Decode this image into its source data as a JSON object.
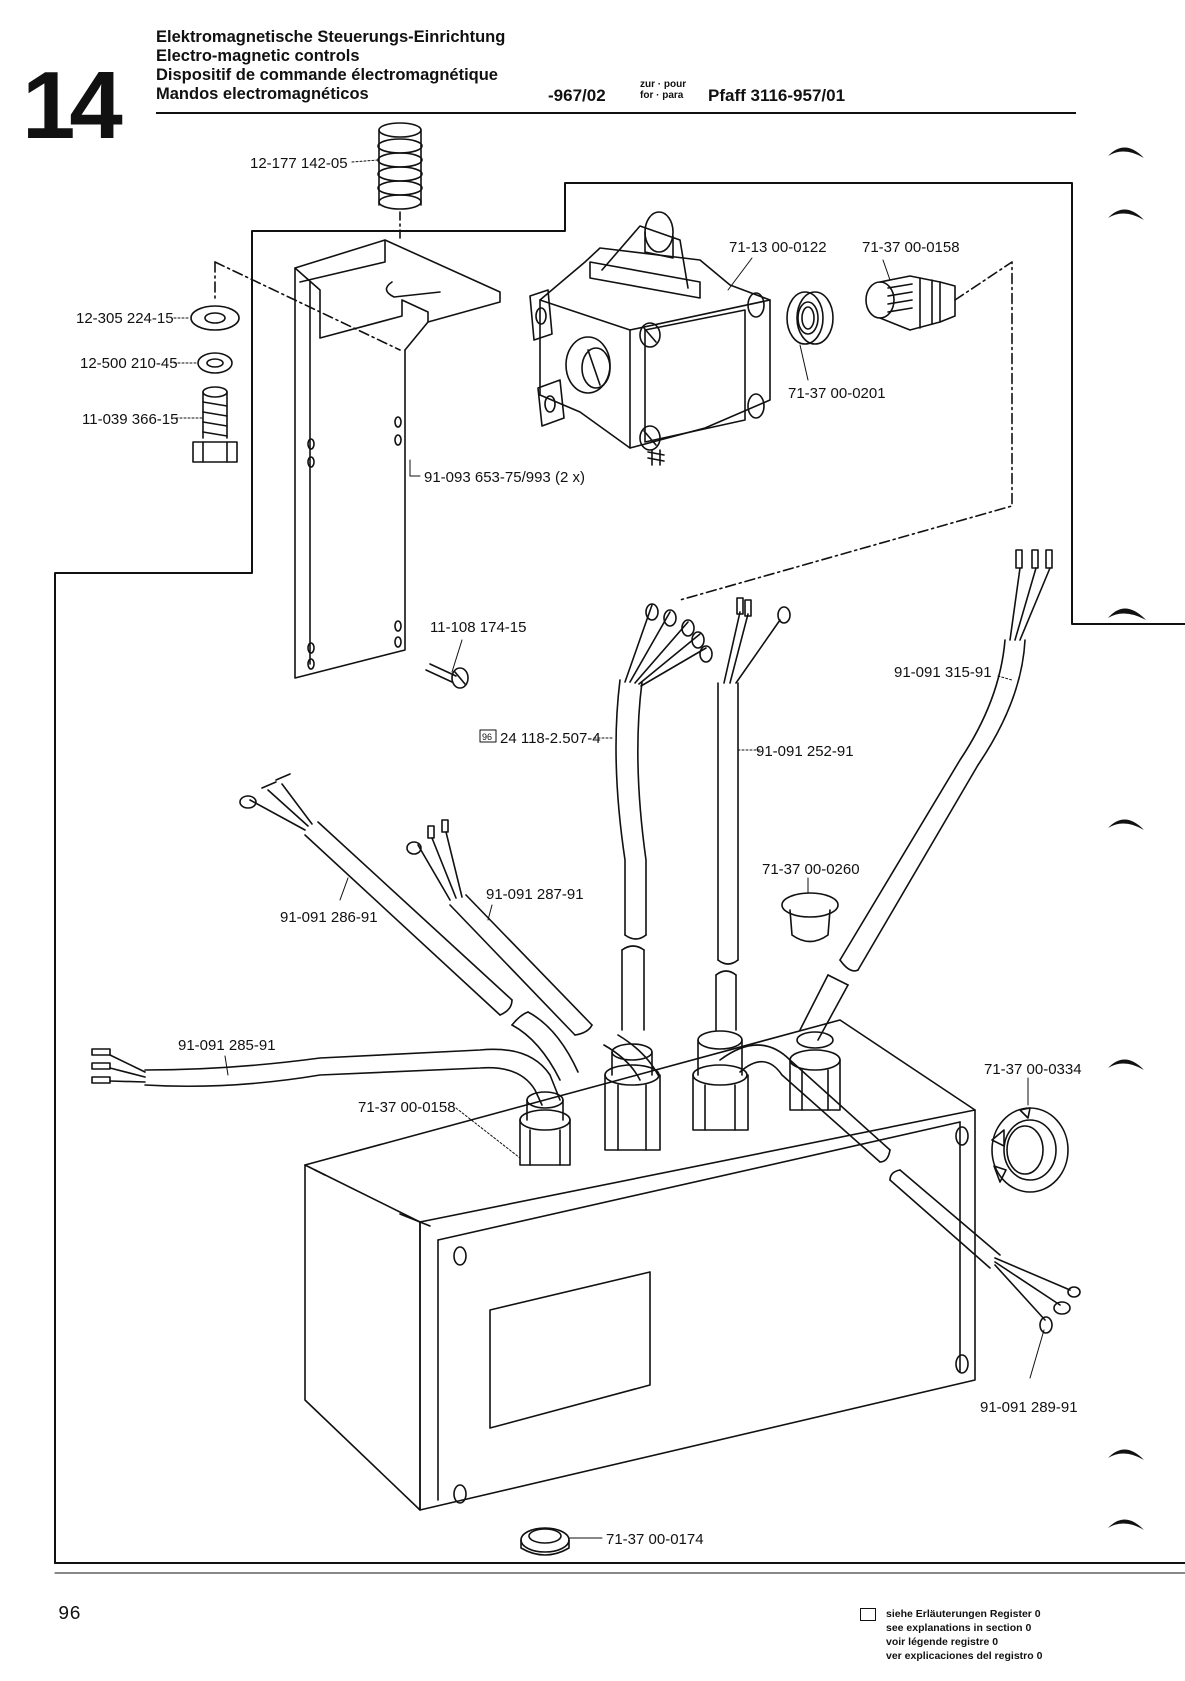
{
  "header": {
    "section_number": "14",
    "titles": [
      "Elektromagnetische Steuerungs-Einrichtung",
      "Electro-magnetic controls",
      "Dispositif de commande électromagnétique",
      "Mandos electromagnéticos"
    ],
    "variant": "-967/02",
    "zur_line1": "zur · pour",
    "zur_line2": "for · para",
    "model": "Pfaff 3116-957/01"
  },
  "parts": {
    "p12_177": "12-177 142-05",
    "p12_305": "12-305 224-15",
    "p12_500": "12-500 210-45",
    "p11_039": "11-039 366-15",
    "p91_093": "91-093 653-75/993 (2 x)",
    "p11_108": "11-108 174-15",
    "p71_13_0122": "71-13 00-0122",
    "p71_37_0158_top": "71-37 00-0158",
    "p71_37_0201": "71-37 00-0201",
    "p91_091_315": "91-091 315-91",
    "p24_118": "24 118-2.507-4",
    "p24_prefix": "96",
    "p91_091_252": "91-091 252-91",
    "p71_37_0260": "71-37 00-0260",
    "p91_091_286": "91-091 286-91",
    "p91_091_287": "91-091 287-91",
    "p91_091_285": "91-091 285-91",
    "p71_37_0158_box": "71-37 00-0158",
    "p71_37_0334": "71-37 00-0334",
    "p91_091_289": "91-091 289-91",
    "p71_37_0174": "71-37 00-0174"
  },
  "footer": {
    "page_number": "96",
    "legend": [
      "siehe Erläuterungen Register 0",
      "see explanations in section 0",
      "voir légende registre 0",
      "ver explicaciones del registro 0"
    ]
  }
}
